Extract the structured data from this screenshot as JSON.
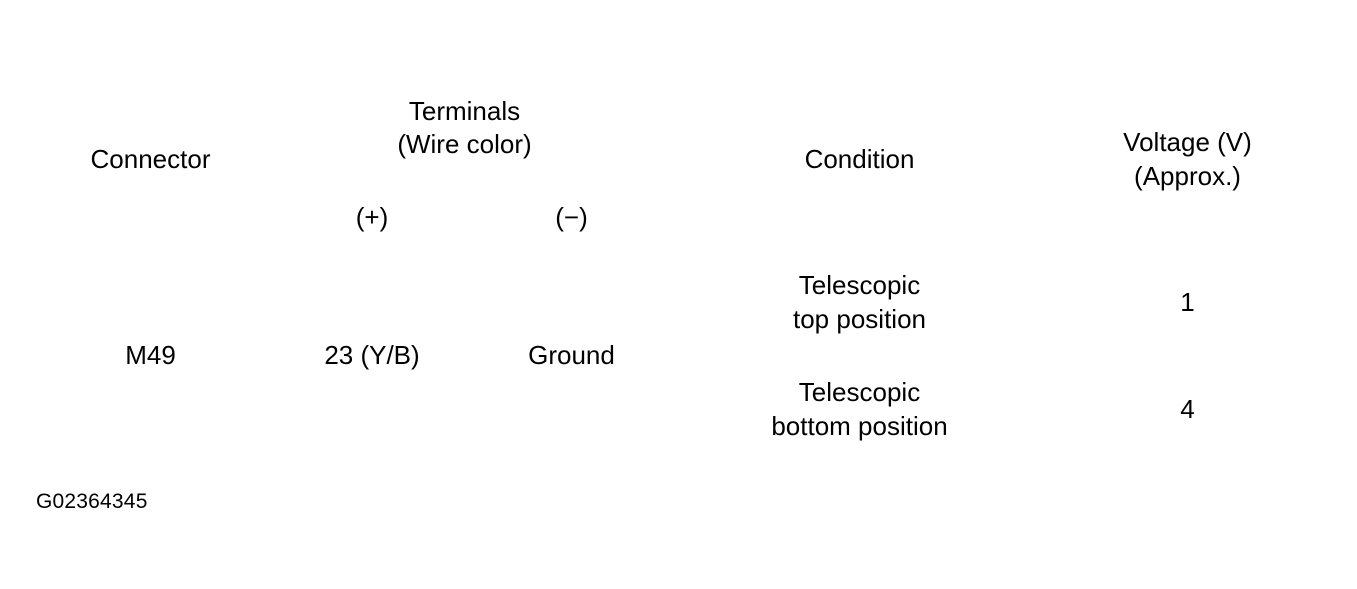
{
  "table": {
    "columns": {
      "connector": "Connector",
      "terminals": "Terminals",
      "terminals_sub": "(Wire color)",
      "positive": "(+)",
      "negative": "(−)",
      "condition": "Condition",
      "voltage": "Voltage (V)",
      "voltage_sub": "(Approx.)"
    },
    "rows": [
      {
        "connector": "M49",
        "terminal_positive": "23 (Y/B)",
        "terminal_negative": "Ground",
        "condition_line1": "Telescopic",
        "condition_line2": "top position",
        "voltage": "1"
      },
      {
        "condition_line1": "Telescopic",
        "condition_line2": "bottom position",
        "voltage": "4"
      }
    ]
  },
  "caption": "G02364345",
  "colors": {
    "background": "#ffffff",
    "rule": "#000000",
    "text": "#000000"
  }
}
